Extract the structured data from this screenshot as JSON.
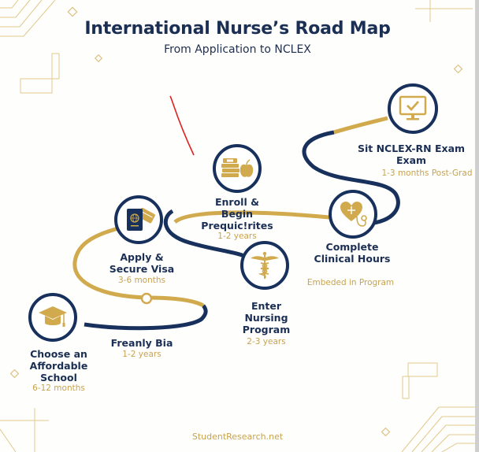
{
  "header": {
    "title": "International Nurse’s Road Map",
    "subtitle": "From Application to NCLEX"
  },
  "colors": {
    "navy": "#17305c",
    "gold": "#d1aa4e",
    "text_navy": "#1b2f55",
    "duration_gold": "#c8a34e",
    "annotation_red": "#e02020"
  },
  "steps": [
    {
      "icon": "graduation-cap-icon",
      "label": "Choose an Affordable School",
      "lines": [
        "Choose an",
        "Affordable",
        "School"
      ],
      "duration": "6-12 months"
    },
    {
      "icon": "none",
      "label": "Freanly Bia",
      "lines": [
        "Freanly Bia"
      ],
      "duration": "1-2 years"
    },
    {
      "icon": "passport-visa-icon",
      "label": "Apply & Secure Visa",
      "lines": [
        "Apply &",
        "Secure Visa"
      ],
      "duration": "3-6 months"
    },
    {
      "icon": "books-apple-icon",
      "label": "Enroll & Begin Prequic!rites",
      "lines": [
        "Enroll &",
        "Begin",
        "Prequic!rites"
      ],
      "duration": "1-2 years"
    },
    {
      "icon": "caduceus-icon",
      "label": "Enter Nursing Program",
      "lines": [
        "Enter",
        "Nursing",
        "Program"
      ],
      "duration": "2-3 years"
    },
    {
      "icon": "heart-stethoscope-icon",
      "label": "Complete Clinical Hours",
      "lines": [
        "Complete",
        "Clinical Hours"
      ],
      "duration": "Embeded in Program"
    },
    {
      "icon": "monitor-check-icon",
      "label": "Sit NCLEX-RN Exam Exam",
      "lines": [
        "Sit NCLEX-RN Exam",
        "Exam"
      ],
      "duration": "1-3 months Post-Grad"
    }
  ],
  "footer": {
    "source": "StudentResearch.net"
  }
}
